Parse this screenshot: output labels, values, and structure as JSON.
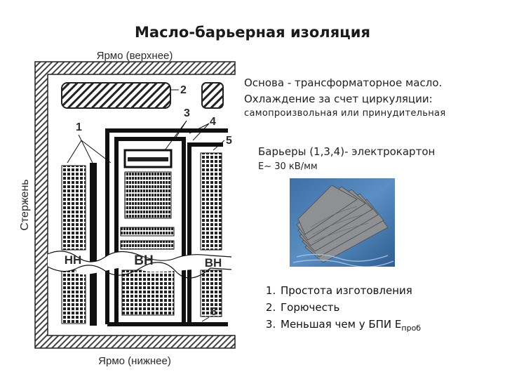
{
  "title": "Масло-барьерная изоляция",
  "diagram": {
    "yoke_top": "Ярмо (верхнее)",
    "yoke_bottom": "Ярмо (нижнее)",
    "core": "Стержень",
    "winding_lv": "НН",
    "winding_hv_inner": "ВН",
    "winding_hv_outer": "ВН",
    "callouts": [
      "1",
      "2",
      "3",
      "4",
      "5",
      "6"
    ]
  },
  "text": {
    "line1": "Основа - трансформаторное масло.",
    "line2": "Охлаждение за счет циркуляции:",
    "line3": "самопроизвольная или принудительная",
    "barriers": "Барьеры (1,3,4)- электрокартон",
    "field_prefix": "E",
    "field_value": "~ 30 кВ/мм"
  },
  "photo": {
    "icon": "electrocardboard-photo"
  },
  "advantages": [
    "Простота изготовления",
    "Горючесть",
    "Меньшая чем у БПИ E",
    "проб"
  ]
}
